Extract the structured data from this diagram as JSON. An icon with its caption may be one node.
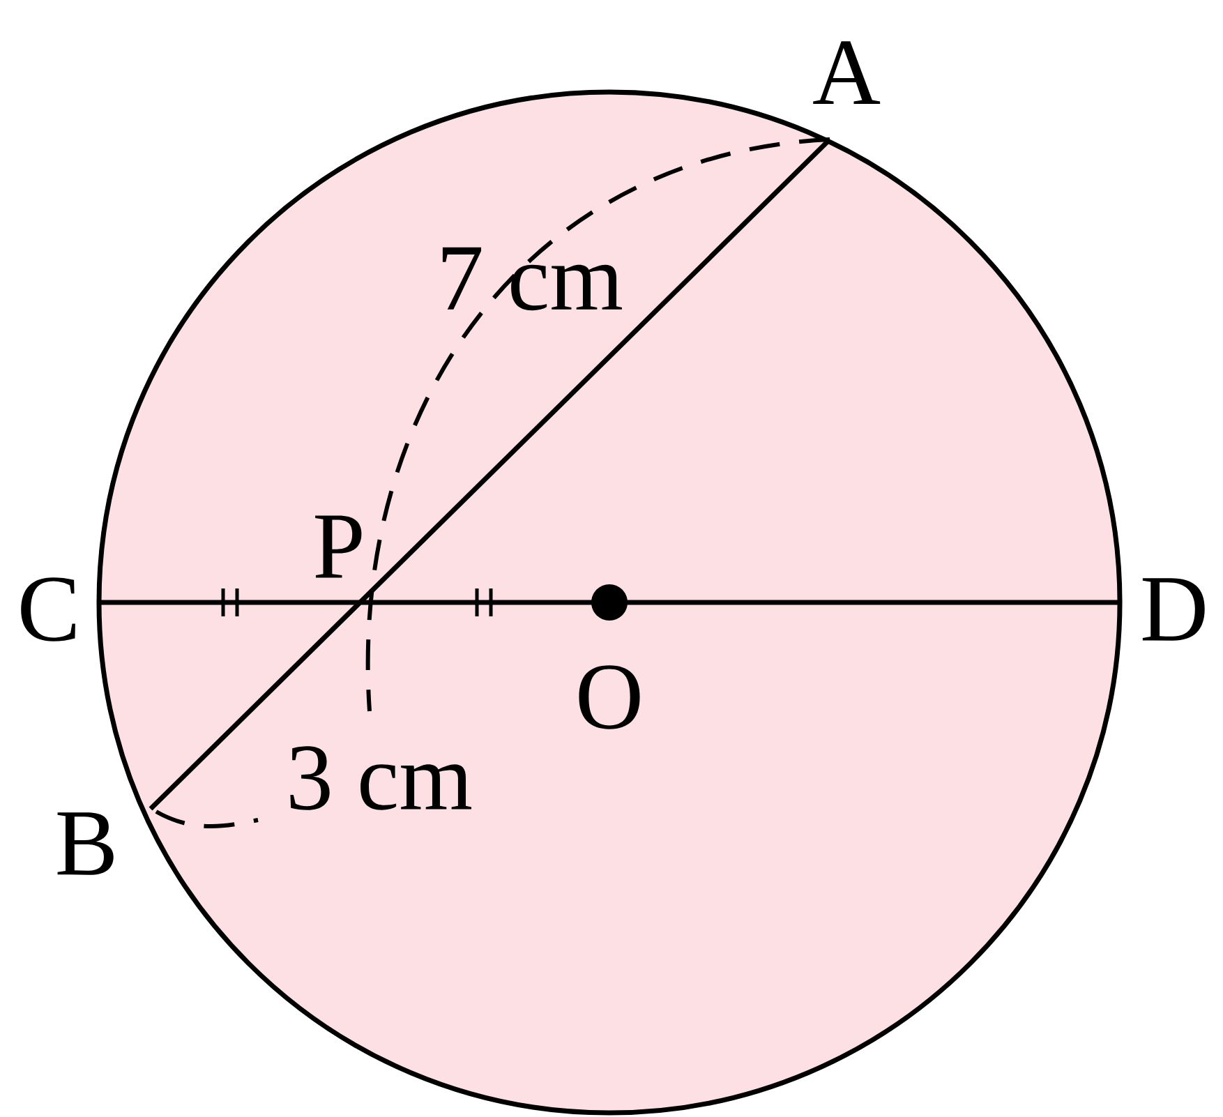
{
  "diagram": {
    "labels": [
      "A",
      "7 cm",
      "P",
      "C",
      "D",
      "O",
      "3 cm",
      "B"
    ]
  }
}
